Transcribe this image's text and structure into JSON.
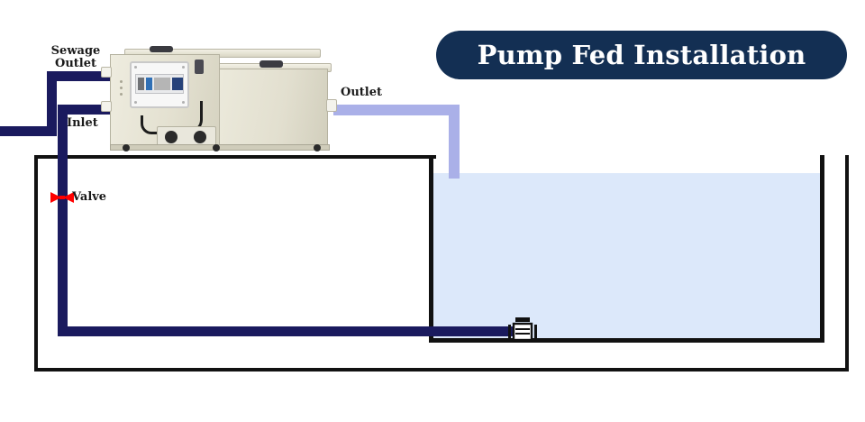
{
  "title": {
    "text": "Pump Fed Installation",
    "pill_color": "#132f53",
    "text_color": "#ffffff"
  },
  "labels": {
    "sewage_outlet": "Sewage\nOutlet",
    "inlet": "Inlet",
    "outlet": "Outlet",
    "valve": "Valve"
  },
  "colors": {
    "sewage_pipe": "#1a1a5e",
    "inlet_pipe": "#1a1a5e",
    "outlet_pipe": "#aab0e8",
    "valve": "#ff0000",
    "water": "#dce8fa",
    "outline": "#111111",
    "unit_body": "#e4e1d1"
  },
  "components": {
    "unit_name": "sewage-treatment-pump-unit",
    "pump_symbol": "submersible-pump",
    "valve_symbol": "inline-valve",
    "tank_label": "water-holding-tank"
  }
}
